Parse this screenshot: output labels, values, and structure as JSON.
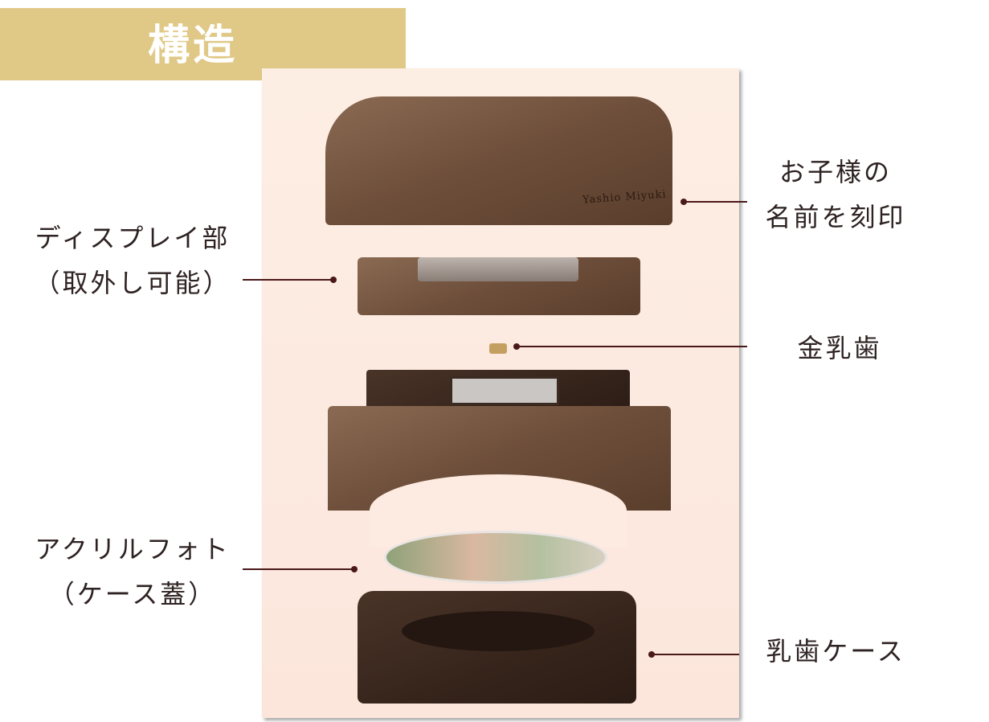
{
  "header": {
    "title": "構造"
  },
  "product": {
    "engraving": "Yashio Miyuki"
  },
  "labels": {
    "name_engraving": [
      "お子様の",
      "名前を刻印"
    ],
    "display": [
      "ディスプレイ部",
      "（取外し可能）"
    ],
    "gold_tooth": "金乳歯",
    "acrylic_photo": [
      "アクリルフォト",
      "（ケース蓋）"
    ],
    "tooth_case": "乳歯ケース"
  },
  "colors": {
    "title_bg": "#e0c886",
    "panel_bg": "#fdeee4",
    "leader": "#4a1818"
  }
}
